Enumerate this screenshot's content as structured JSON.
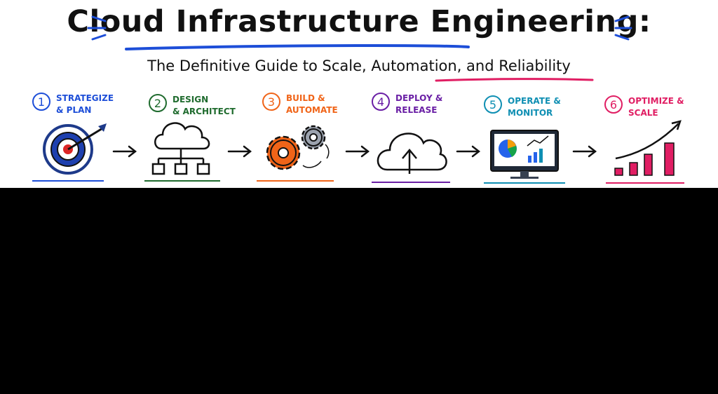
{
  "header": {
    "title": "Cloud Infrastructure Engineering:",
    "subtitle": "The Definitive Guide to Scale, Automation, and Reliability"
  },
  "steps": [
    {
      "num": "1",
      "label": "STRATEGIZE\n& PLAN",
      "color": "#1d4ed8",
      "icon": "target-icon"
    },
    {
      "num": "2",
      "label": "DESIGN\n& ARCHITECT",
      "color": "#1f6b2e",
      "icon": "cloud-network-icon"
    },
    {
      "num": "3",
      "label": "BUILD &\nAUTOMATE",
      "color": "#f06418",
      "icon": "gears-icon"
    },
    {
      "num": "4",
      "label": "DEPLOY &\nRELEASE",
      "color": "#6a1fa5",
      "icon": "cloud-upload-icon"
    },
    {
      "num": "5",
      "label": "OPERATE &\nMONITOR",
      "color": "#0f8fb3",
      "icon": "monitor-dashboard-icon"
    },
    {
      "num": "6",
      "label": "OPTIMIZE &\nSCALE",
      "color": "#e01e63",
      "icon": "growth-chart-icon"
    }
  ],
  "colors": {
    "title_underline": "#1d4ed8",
    "subtitle_underline": "#e01e63",
    "arrow": "#111111"
  }
}
